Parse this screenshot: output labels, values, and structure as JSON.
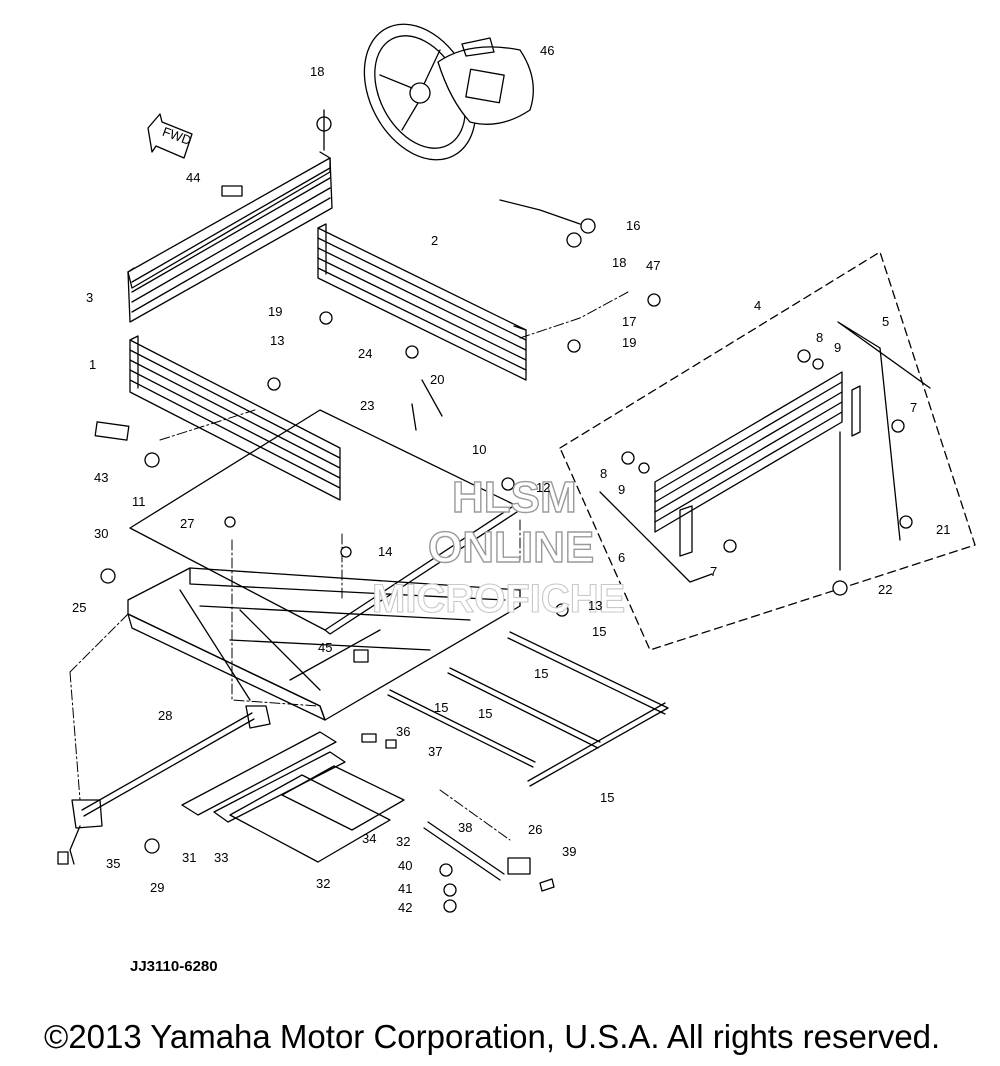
{
  "diagram_code": "JJ3110-6280",
  "copyright": "©2013 Yamaha Motor Corporation, U.S.A. All rights reserved.",
  "watermark": {
    "line1": "HLSM",
    "line2": "ONLINE",
    "line3": "MICROFICHE"
  },
  "fwd_label": "FWD",
  "callouts": [
    {
      "id": "c1",
      "label": "1"
    },
    {
      "id": "c2",
      "label": "2"
    },
    {
      "id": "c3",
      "label": "3"
    },
    {
      "id": "c4",
      "label": "4"
    },
    {
      "id": "c5",
      "label": "5"
    },
    {
      "id": "c6",
      "label": "6"
    },
    {
      "id": "c7a",
      "label": "7"
    },
    {
      "id": "c7b",
      "label": "7"
    },
    {
      "id": "c8a",
      "label": "8"
    },
    {
      "id": "c8b",
      "label": "8"
    },
    {
      "id": "c9a",
      "label": "9"
    },
    {
      "id": "c9b",
      "label": "9"
    },
    {
      "id": "c10",
      "label": "10"
    },
    {
      "id": "c11",
      "label": "11"
    },
    {
      "id": "c12",
      "label": "12"
    },
    {
      "id": "c13a",
      "label": "13"
    },
    {
      "id": "c13b",
      "label": "13"
    },
    {
      "id": "c14",
      "label": "14"
    },
    {
      "id": "c15a",
      "label": "15"
    },
    {
      "id": "c15b",
      "label": "15"
    },
    {
      "id": "c15c",
      "label": "15"
    },
    {
      "id": "c15d",
      "label": "15"
    },
    {
      "id": "c15e",
      "label": "15"
    },
    {
      "id": "c16",
      "label": "16"
    },
    {
      "id": "c17",
      "label": "17"
    },
    {
      "id": "c18a",
      "label": "18"
    },
    {
      "id": "c18b",
      "label": "18"
    },
    {
      "id": "c19a",
      "label": "19"
    },
    {
      "id": "c19b",
      "label": "19"
    },
    {
      "id": "c20",
      "label": "20"
    },
    {
      "id": "c21",
      "label": "21"
    },
    {
      "id": "c22",
      "label": "22"
    },
    {
      "id": "c23",
      "label": "23"
    },
    {
      "id": "c24",
      "label": "24"
    },
    {
      "id": "c25",
      "label": "25"
    },
    {
      "id": "c26",
      "label": "26"
    },
    {
      "id": "c27",
      "label": "27"
    },
    {
      "id": "c28",
      "label": "28"
    },
    {
      "id": "c29",
      "label": "29"
    },
    {
      "id": "c30",
      "label": "30"
    },
    {
      "id": "c31",
      "label": "31"
    },
    {
      "id": "c32a",
      "label": "32"
    },
    {
      "id": "c32b",
      "label": "32"
    },
    {
      "id": "c33",
      "label": "33"
    },
    {
      "id": "c34",
      "label": "34"
    },
    {
      "id": "c35",
      "label": "35"
    },
    {
      "id": "c36",
      "label": "36"
    },
    {
      "id": "c37",
      "label": "37"
    },
    {
      "id": "c38",
      "label": "38"
    },
    {
      "id": "c39",
      "label": "39"
    },
    {
      "id": "c40",
      "label": "40"
    },
    {
      "id": "c41",
      "label": "41"
    },
    {
      "id": "c42",
      "label": "42"
    },
    {
      "id": "c43",
      "label": "43"
    },
    {
      "id": "c44",
      "label": "44"
    },
    {
      "id": "c45",
      "label": "45"
    },
    {
      "id": "c46",
      "label": "46"
    },
    {
      "id": "c47",
      "label": "47"
    }
  ]
}
